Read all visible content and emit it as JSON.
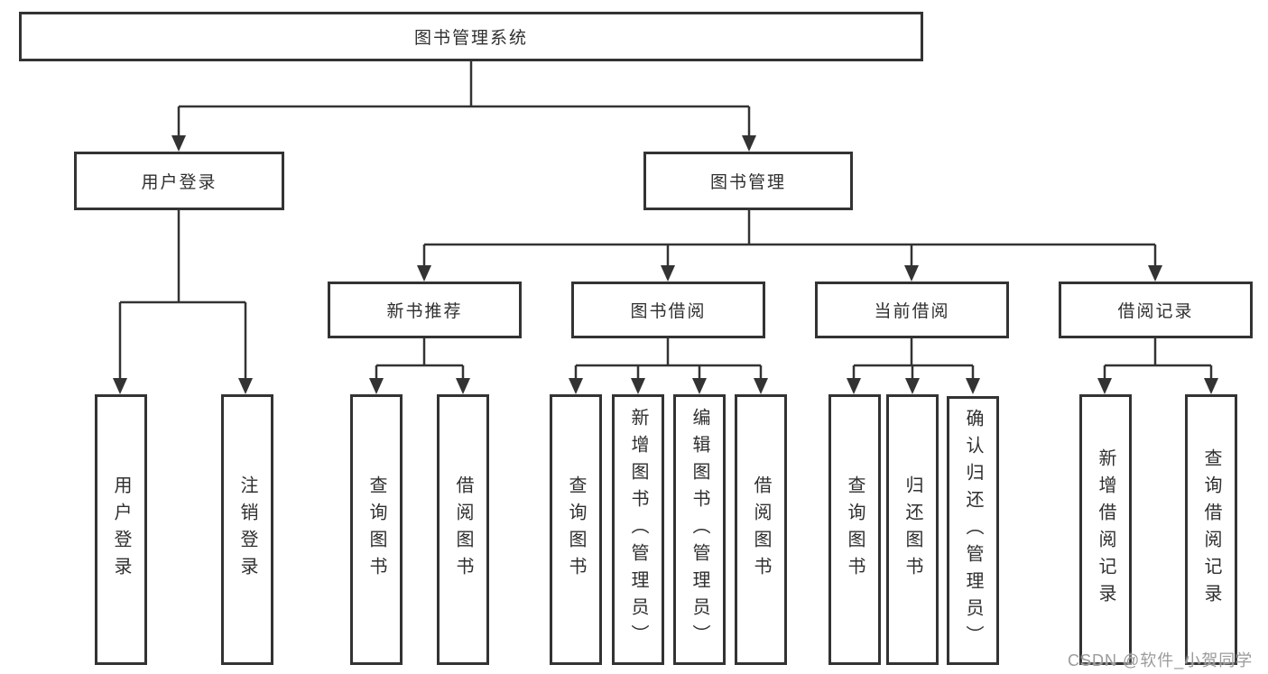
{
  "diagram_type": "hierarchy-tree",
  "tree": {
    "label": "图书管理系统",
    "children": [
      {
        "label": "用户登录",
        "children": [
          {
            "label": "用户登录"
          },
          {
            "label": "注销登录"
          }
        ]
      },
      {
        "label": "图书管理",
        "children": [
          {
            "label": "新书推荐",
            "children": [
              {
                "label": "查询图书"
              },
              {
                "label": "借阅图书"
              }
            ]
          },
          {
            "label": "图书借阅",
            "children": [
              {
                "label": "查询图书"
              },
              {
                "label": "新增图书（管理员）"
              },
              {
                "label": "编辑图书（管理员）"
              },
              {
                "label": "借阅图书"
              }
            ]
          },
          {
            "label": "当前借阅",
            "children": [
              {
                "label": "查询图书"
              },
              {
                "label": "归还图书"
              },
              {
                "label": "确认归还（管理员）"
              }
            ]
          },
          {
            "label": "借阅记录",
            "children": [
              {
                "label": "新增借阅记录"
              },
              {
                "label": "查询借阅记录"
              }
            ]
          }
        ]
      }
    ]
  },
  "watermark": {
    "text": "CSDN @软件_小贺同学"
  },
  "colors": {
    "line": "#333333",
    "node_border": "#333333",
    "text": "#2f2f2f",
    "watermark": "#9b9b9b",
    "background": "#ffffff"
  }
}
